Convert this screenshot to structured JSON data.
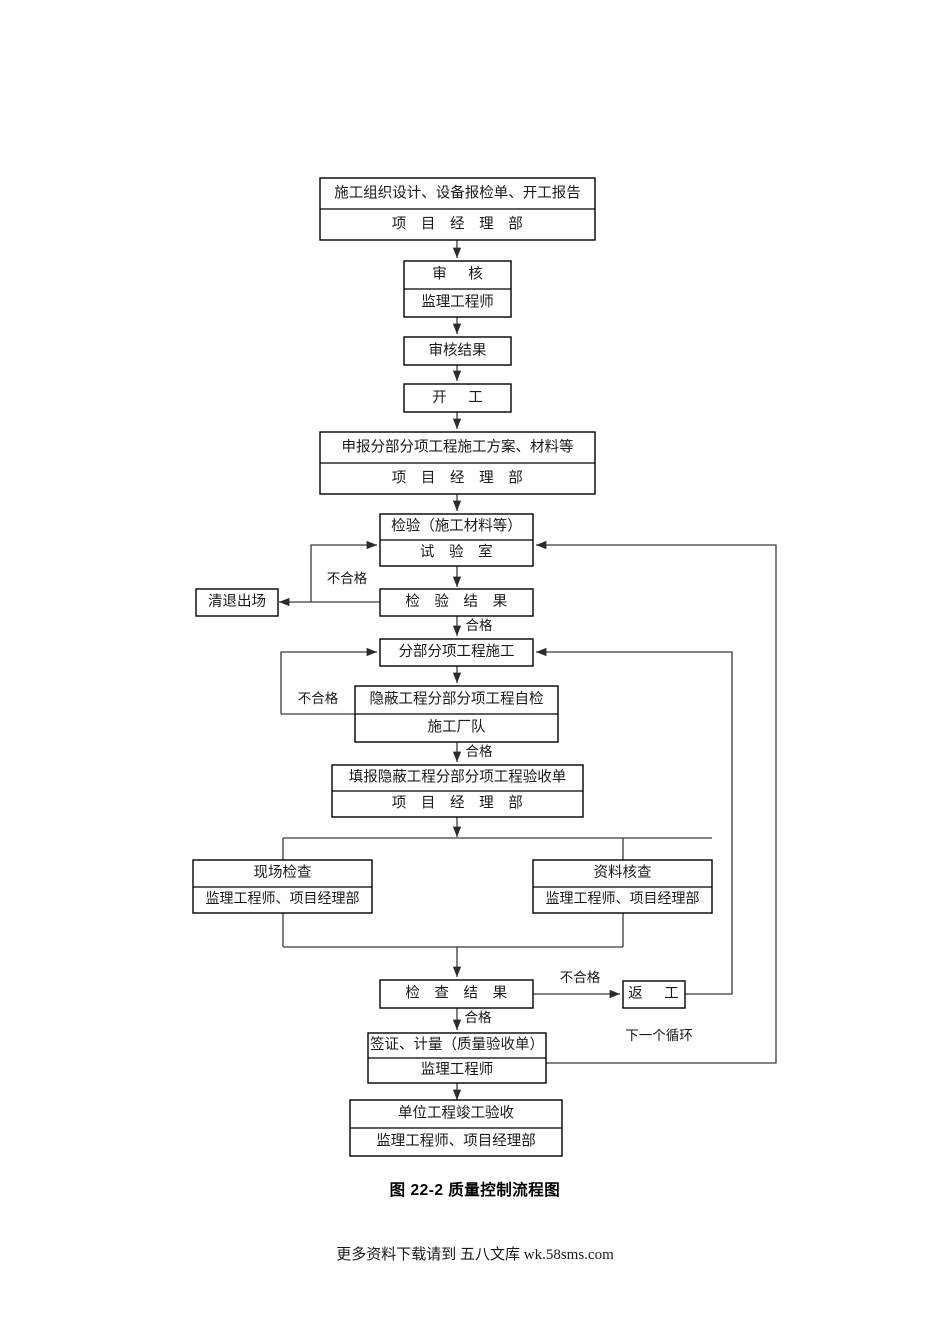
{
  "document": {
    "caption": "图 22-2  质量控制流程图",
    "footer": "更多资料下载请到 五八文库 wk.58sms.com"
  },
  "chart_data": {
    "type": "diagram",
    "title": "图 22-2  质量控制流程图",
    "orientation": "top-to-bottom",
    "nodes": [
      {
        "id": "n1",
        "line1": "施工组织设计、设备报检单、开工报告",
        "line2": "项 目 经 理 部"
      },
      {
        "id": "n2",
        "line1": "审    核",
        "line2": "监理工程师"
      },
      {
        "id": "n3",
        "line1": "审核结果",
        "line2": ""
      },
      {
        "id": "n4",
        "line1": "开    工",
        "line2": ""
      },
      {
        "id": "n5",
        "line1": "申报分部分项工程施工方案、材料等",
        "line2": "项 目 经 理 部"
      },
      {
        "id": "n6",
        "line1": "检验（施工材料等）",
        "line2": "试    验    室"
      },
      {
        "id": "n7",
        "line1": "检 验 结 果",
        "line2": ""
      },
      {
        "id": "n8",
        "line1": "清退出场",
        "line2": ""
      },
      {
        "id": "n9",
        "line1": "分部分项工程施工",
        "line2": ""
      },
      {
        "id": "n10",
        "line1": "隐蔽工程分部分项工程自检",
        "line2": "施工厂队"
      },
      {
        "id": "n11",
        "line1": "填报隐蔽工程分部分项工程验收单",
        "line2": "项 目 经 理 部"
      },
      {
        "id": "n12",
        "line1": "现场检查",
        "line2": "监理工程师、项目经理部"
      },
      {
        "id": "n13",
        "line1": "资料核查",
        "line2": "监理工程师、项目经理部"
      },
      {
        "id": "n14",
        "line1": "检 查 结 果",
        "line2": ""
      },
      {
        "id": "n15",
        "line1": "返    工",
        "line2": ""
      },
      {
        "id": "n16",
        "line1": "签证、计量（质量验收单）",
        "line2": "监理工程师"
      },
      {
        "id": "n17",
        "line1": "单位工程竣工验收",
        "line2": "监理工程师、项目经理部"
      }
    ],
    "edge_labels": [
      {
        "id": "e1",
        "text": "不合格"
      },
      {
        "id": "e2",
        "text": "合格"
      },
      {
        "id": "e3",
        "text": "不合格"
      },
      {
        "id": "e4",
        "text": "合格"
      },
      {
        "id": "e5",
        "text": "不合格"
      },
      {
        "id": "e6",
        "text": "合格"
      },
      {
        "id": "e7",
        "text": "下一个循环"
      }
    ]
  },
  "colors": {
    "stroke": "#000000",
    "connector": "#3a3a3a",
    "background": "#ffffff"
  }
}
